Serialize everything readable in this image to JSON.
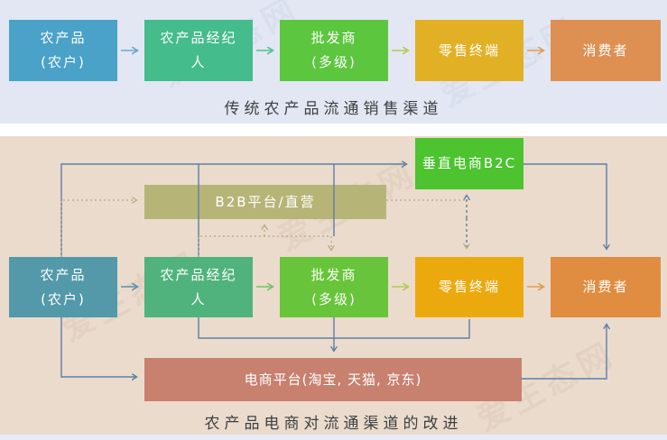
{
  "watermark": "爱生态网",
  "top_section": {
    "caption": "传统农产品流通销售渠道",
    "nodes": [
      {
        "id": "farm-product",
        "line1": "农产品",
        "line2": "(农户)"
      },
      {
        "id": "broker",
        "line1": "农产品经纪",
        "line2": "人"
      },
      {
        "id": "wholesaler",
        "line1": "批发商",
        "line2": "(多级)"
      },
      {
        "id": "retail-terminal",
        "line1": "零售终端",
        "line2": ""
      },
      {
        "id": "consumer",
        "line1": "消费者",
        "line2": ""
      }
    ]
  },
  "bottom_section": {
    "caption": "农产品电商对流通渠道的改进",
    "nodes": [
      {
        "id": "farm-product",
        "line1": "农产品",
        "line2": "(农户)"
      },
      {
        "id": "broker",
        "line1": "农产品经纪",
        "line2": "人"
      },
      {
        "id": "wholesaler",
        "line1": "批发商",
        "line2": "(多级)"
      },
      {
        "id": "retail-terminal",
        "line1": "零售终端",
        "line2": ""
      },
      {
        "id": "consumer",
        "line1": "消费者",
        "line2": ""
      }
    ],
    "extra_nodes": {
      "vertical_b2c": "垂直电商B2C",
      "b2b_platform": "B2B平台/直营",
      "ecommerce_platform": "电商平台(淘宝, 天猫, 京东)"
    }
  },
  "colors": {
    "top_background": "#e2e7f3",
    "bottom_background": "#ebdbcc",
    "divider": "#ffffff",
    "footer_strip": "#e7ebf4",
    "caption_text": "#3e4044",
    "box_text": "#ffffff",
    "connector_blue": "#5d7fa5",
    "connector_tan_dotted": "#c0ae8e",
    "top_nodes": [
      "#4aa2c8",
      "#44bc8c",
      "#5cc63f",
      "#e2b024",
      "#dd9052"
    ],
    "bottom_nodes": [
      "#5399aa",
      "#50b37d",
      "#68c43a",
      "#eca90e",
      "#e18d41"
    ],
    "vertical_b2c": "#4cc32f",
    "b2b_platform": "#b6b577",
    "ecommerce_platform": "#c8806f"
  }
}
